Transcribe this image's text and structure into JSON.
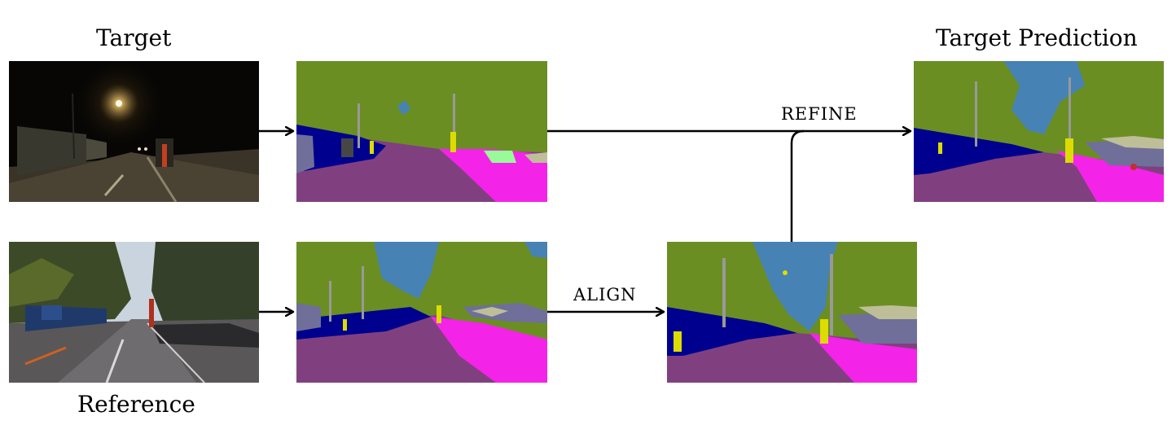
{
  "labels": {
    "target": "Target",
    "reference": "Reference",
    "target_prediction": "Target Prediction",
    "refine": "REFINE",
    "align": "ALIGN"
  },
  "colors": {
    "vegetation": "#6b8e23",
    "sky": "#4682b4",
    "road": "#804080",
    "sidewalk": "#f423e8",
    "car": "#00008e",
    "pole": "#999999",
    "sign": "#dcdc00",
    "building": "#464646",
    "terrain": "#98fb98",
    "wall": "#bebe99"
  }
}
